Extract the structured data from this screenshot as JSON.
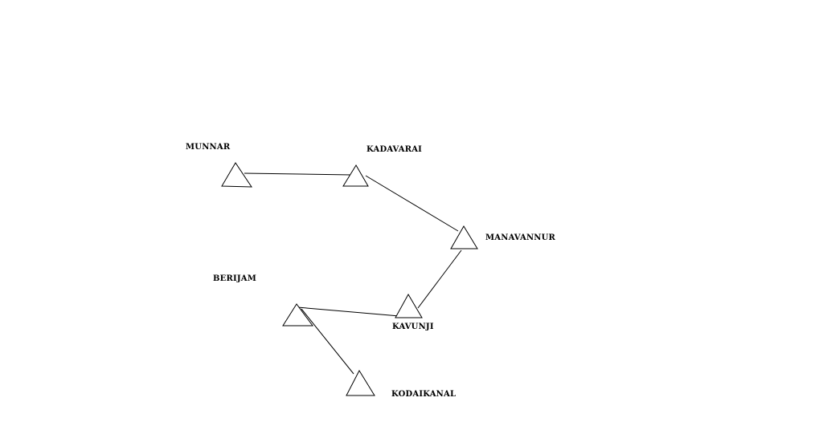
{
  "places": {
    "munnar": "MUNNAR",
    "kadavarai": "KADAVARAI",
    "manavannur": "MANAVANNUR",
    "berijam": "BERIJAM",
    "kavunji": "KAVUNJI",
    "kodaikanal": "KODAIKANAL"
  },
  "icon": "triangle-peak-icon",
  "colors": {
    "line": "#000000",
    "background": "#ffffff"
  }
}
